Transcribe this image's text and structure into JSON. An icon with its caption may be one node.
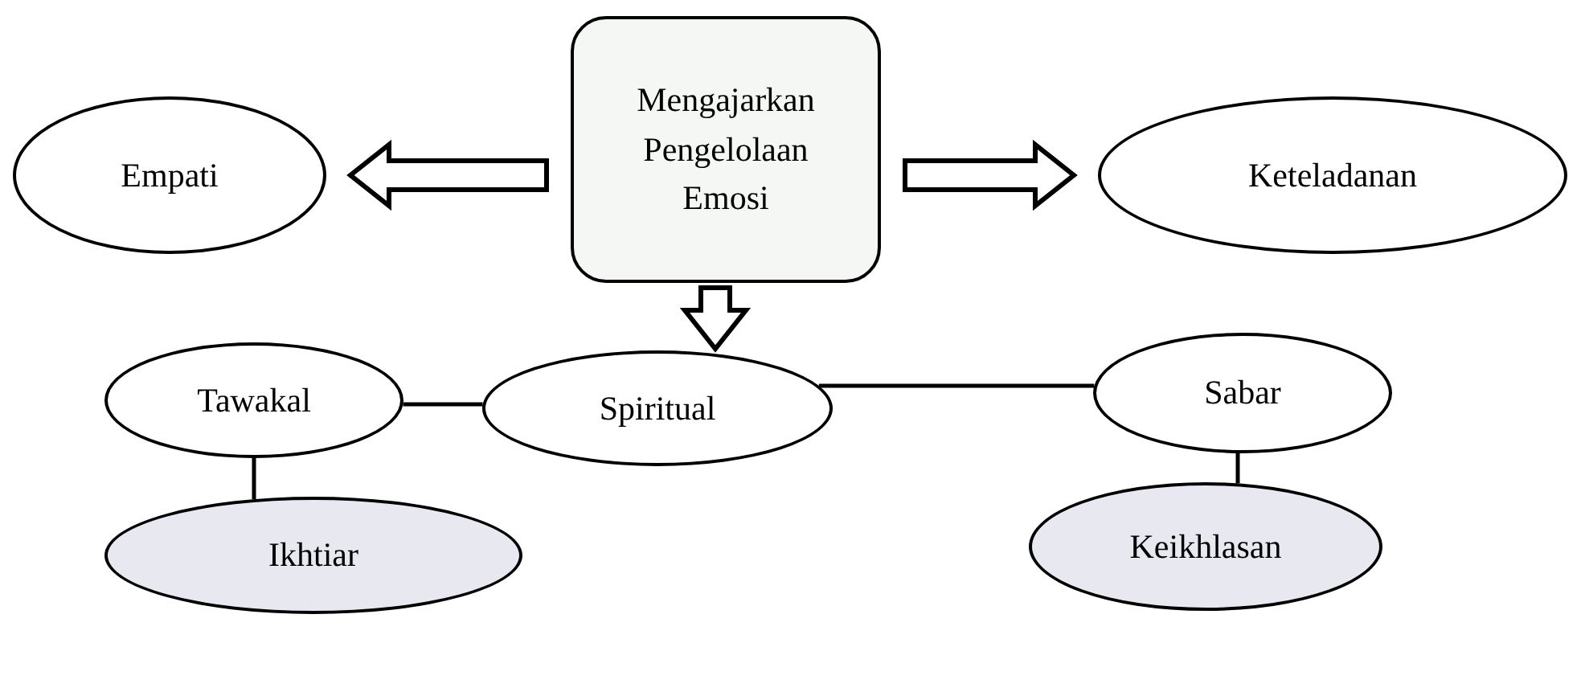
{
  "diagram": {
    "nodes": [
      {
        "text": [
          "Mengajarkan Pengelolaan Emosi"
        ]
      },
      {
        "text": [
          "Empati"
        ]
      },
      {
        "text": [
          "Keteladanan"
        ]
      },
      {
        "text": [
          "Spiritual"
        ]
      },
      {
        "text": [
          "Tawakal"
        ]
      },
      {
        "text": [
          "Sabar"
        ]
      },
      {
        "text": [
          "Ikhtiar"
        ]
      },
      {
        "text": [
          "Keikhlasan"
        ]
      }
    ],
    "edges": [
      {
        "from": 0,
        "to": 1,
        "arrow": "to",
        "style": "thick"
      },
      {
        "from": 0,
        "to": 2,
        "arrow": "to",
        "style": "thick"
      },
      {
        "from": 0,
        "to": 3,
        "arrow": "to",
        "style": "thick"
      },
      {
        "from": 4,
        "to": 3,
        "arrow": "none"
      },
      {
        "from": 3,
        "to": 5,
        "arrow": "none"
      },
      {
        "from": 4,
        "to": 6,
        "arrow": "none"
      },
      {
        "from": 5,
        "to": 7,
        "arrow": "none"
      }
    ]
  }
}
